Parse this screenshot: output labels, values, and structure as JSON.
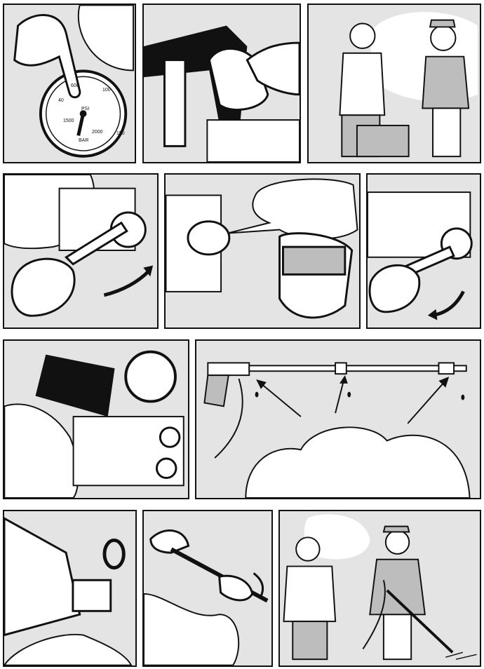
{
  "gauge": {
    "readings": [
      "40",
      "600",
      "100",
      "1500",
      "2000",
      "150"
    ],
    "brand": "PSI",
    "unit": "BAR"
  },
  "colors": {
    "panel_bg": "#e4e4e4",
    "ink": "#111111",
    "bubble": "#ffffff",
    "shade": "#bdbdbd"
  },
  "icons": {
    "arrow": "curved-arrow-icon",
    "drop": "water-drop-icon"
  }
}
